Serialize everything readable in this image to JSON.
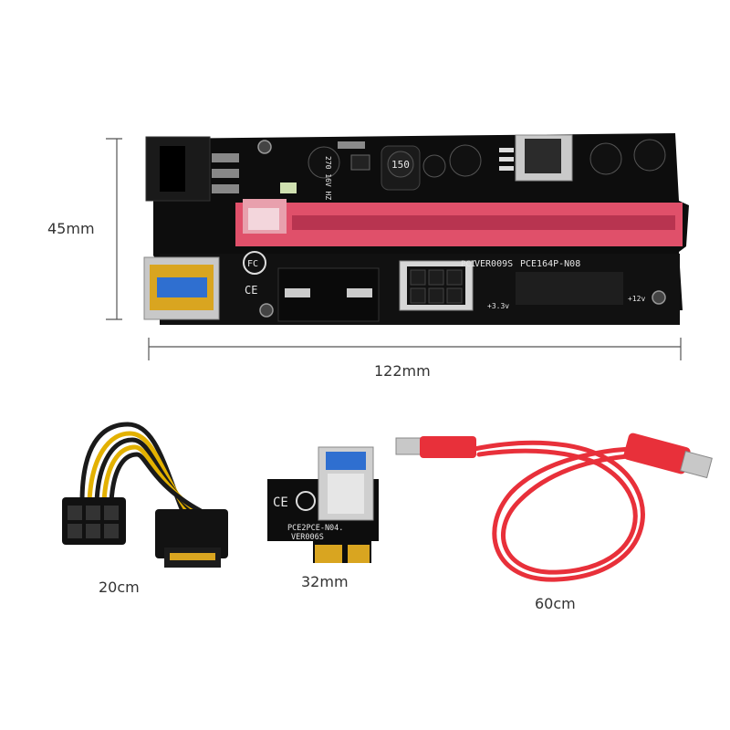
{
  "dimensions": {
    "height_label": "45mm",
    "width_label": "122mm",
    "power_cable_label": "20cm",
    "adapter_label": "32mm",
    "usb_cable_label": "60cm"
  },
  "riser_board": {
    "model": "PCE164P-N08",
    "version": "VER009S",
    "pci_label": "PCI",
    "cap_label": "270 16V HZ",
    "inductor_label": "150",
    "power_labels": {
      "v12": "+12v",
      "v33": "+3.3v"
    }
  },
  "adapter_board": {
    "model": "PCE2PCE-N04.",
    "version": "VER006S"
  },
  "colors": {
    "pcb": "#0d0d0d",
    "slot": "#e0506a",
    "cable_red": "#e8303a",
    "usb_blue": "#2f6fd0",
    "gold": "#d9a520"
  }
}
